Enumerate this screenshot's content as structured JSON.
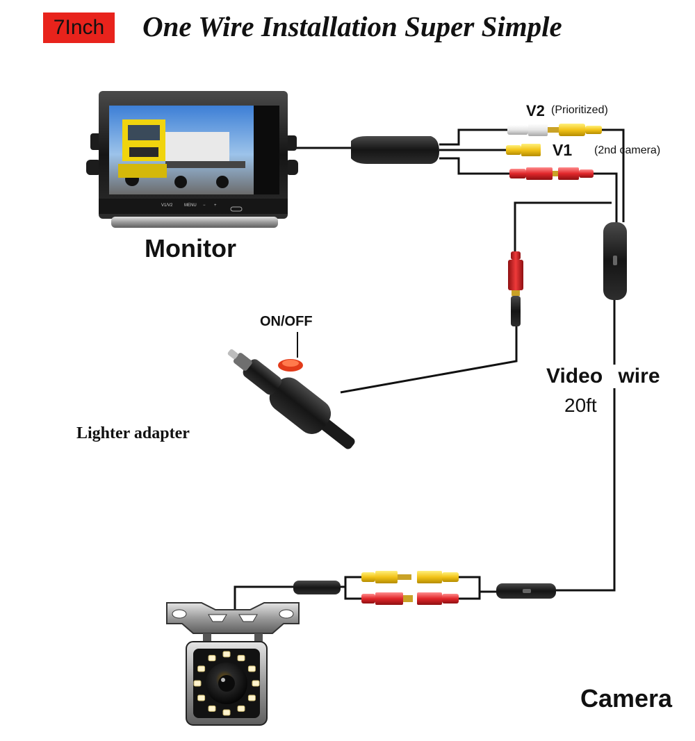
{
  "header": {
    "badge": "7Inch",
    "title": "One Wire Installation Super Simple"
  },
  "monitor": {
    "label": "Monitor",
    "buttons": [
      "V1/V2",
      "MENU",
      "−",
      "+"
    ]
  },
  "connectors": {
    "v2_label": "V2",
    "v2_note": "(Prioritized)",
    "v1_label": "V1",
    "second_camera_note": "(2nd camera)"
  },
  "power": {
    "switch_label": "ON/OFF",
    "adapter_label": "Lighter adapter"
  },
  "wire": {
    "label": "Video wire",
    "length": "20ft"
  },
  "camera": {
    "label": "Camera"
  },
  "colors": {
    "badge": "#e8231c",
    "rca_yellow": "#f2c318",
    "rca_red": "#e0262a",
    "rca_white": "#f2f2f2",
    "cable": "#111111"
  }
}
